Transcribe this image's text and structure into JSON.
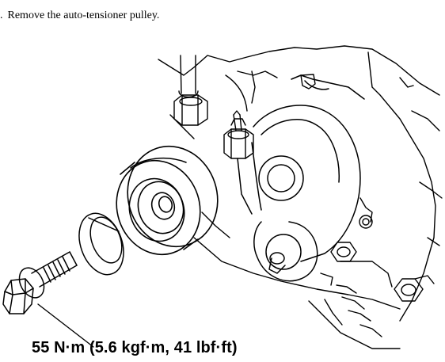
{
  "instruction": {
    "step_marker": ".",
    "text": "Remove the auto-tensioner pulley."
  },
  "torque_spec": {
    "text": "55 N·m (5.6 kgf·m, 41 lbf·ft)"
  },
  "figure": {
    "parts": [
      "auto-tensioner-pulley",
      "washer",
      "mounting-bolt",
      "tensioner-bracket",
      "engine-block",
      "idler-stud-nut"
    ]
  }
}
